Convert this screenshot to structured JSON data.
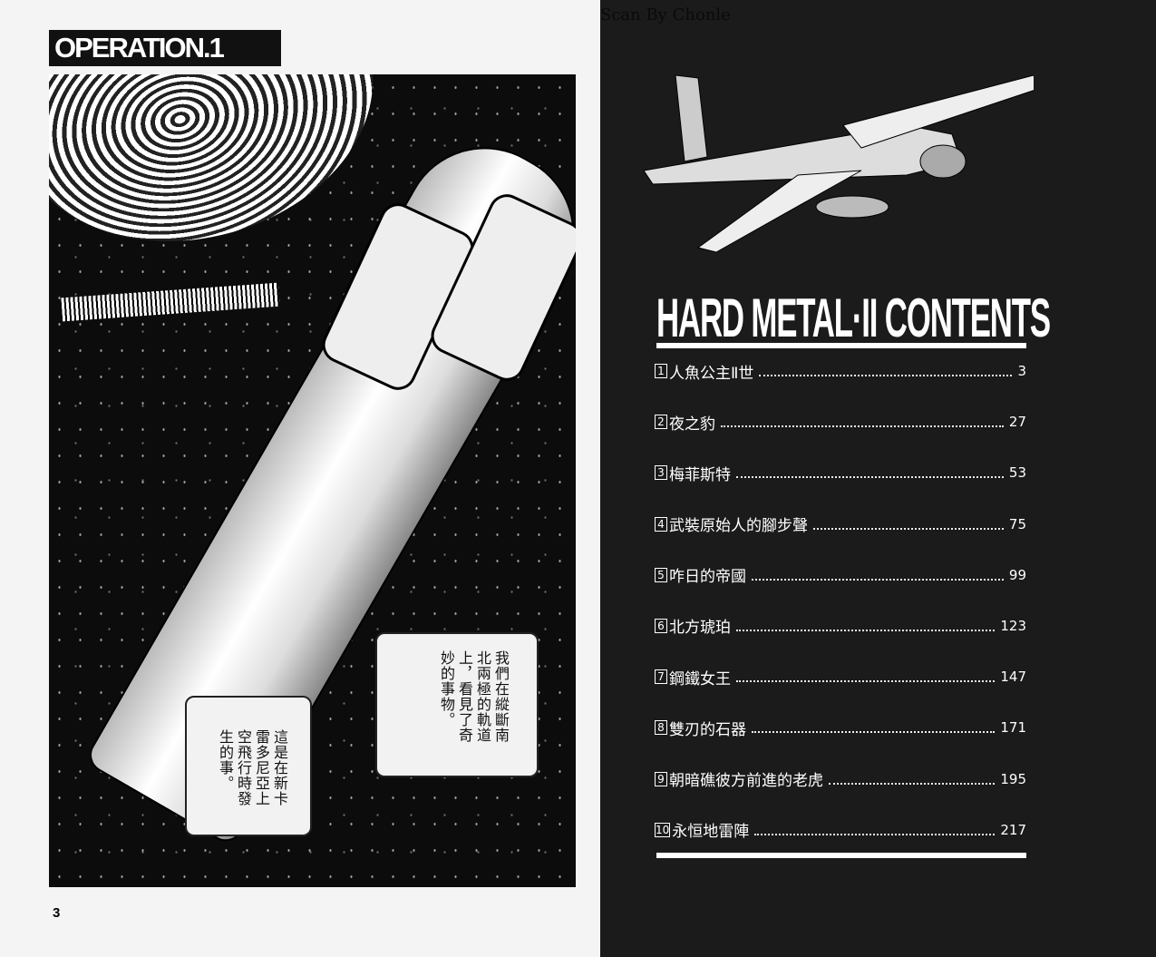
{
  "watermark": "Scan By Chonle",
  "left_page": {
    "chapter_title": "OPERATION.1",
    "page_number": "3",
    "scroll_1": "我們在縱斷南北兩極的軌道上，看見了奇妙的事物。",
    "scroll_2": "這是在新卡雷多尼亞上空飛行時發生的事。"
  },
  "right_page": {
    "title": "HARD METAL·II CONTENTS",
    "entries": [
      {
        "no": "1",
        "title": "人魚公主Ⅱ世",
        "page": "3"
      },
      {
        "no": "2",
        "title": "夜之豹",
        "page": "27"
      },
      {
        "no": "3",
        "title": "梅菲斯特",
        "page": "53"
      },
      {
        "no": "4",
        "title": "武裝原始人的腳步聲",
        "page": "75"
      },
      {
        "no": "5",
        "title": "咋日的帝國",
        "page": "99"
      },
      {
        "no": "6",
        "title": "北方琥珀",
        "page": "123"
      },
      {
        "no": "7",
        "title": "鋼鐵女王",
        "page": "147"
      },
      {
        "no": "8",
        "title": "雙刃的石器",
        "page": "171"
      },
      {
        "no": "9",
        "title": "朝暗礁彼方前進的老虎",
        "page": "195"
      },
      {
        "no": "10",
        "title": "永恒地雷陣",
        "page": "217"
      }
    ]
  }
}
